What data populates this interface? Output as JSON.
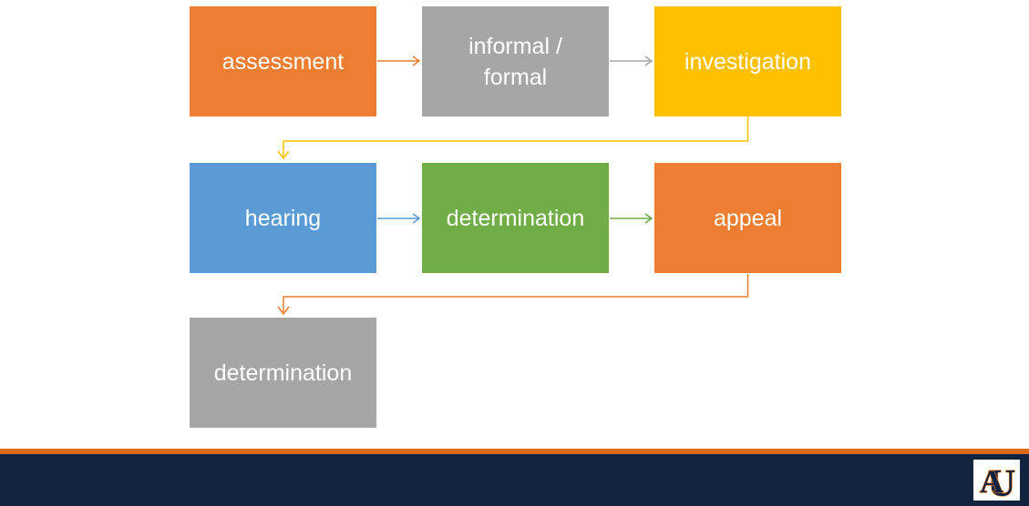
{
  "page": {
    "background_color": "#FFFFFF"
  },
  "diagram": {
    "text_color": "#FFFFFF",
    "nodes": [
      {
        "id": "assessment",
        "label": "assessment",
        "color": "#ED7D31"
      },
      {
        "id": "informal-formal",
        "label": "informal / formal",
        "color": "#A6A6A6"
      },
      {
        "id": "investigation",
        "label": "investigation",
        "color": "#FFC000"
      },
      {
        "id": "hearing",
        "label": "hearing",
        "color": "#5B9BD5"
      },
      {
        "id": "determination",
        "label": "determination",
        "color": "#70AD47"
      },
      {
        "id": "appeal",
        "label": "appeal",
        "color": "#ED7D31"
      },
      {
        "id": "final-determination",
        "label": "determination",
        "color": "#A6A6A6"
      }
    ],
    "connectors": [
      {
        "from": "assessment",
        "to": "informal-formal",
        "type": "straight",
        "color": "#ED7D31"
      },
      {
        "from": "informal-formal",
        "to": "investigation",
        "type": "straight",
        "color": "#A6A6A6"
      },
      {
        "from": "investigation",
        "to": "hearing",
        "type": "elbow",
        "color": "#FFC000"
      },
      {
        "from": "hearing",
        "to": "determination",
        "type": "straight",
        "color": "#5B9BD5"
      },
      {
        "from": "determination",
        "to": "appeal",
        "type": "straight",
        "color": "#70AD47"
      },
      {
        "from": "appeal",
        "to": "final-determination",
        "type": "elbow",
        "color": "#ED7D31"
      }
    ]
  },
  "footer": {
    "stripe_color": "#DD6B1E",
    "bar_color": "#13243F",
    "logo": {
      "letter_a": "A",
      "letter_u": "U",
      "background": "#FFFFFF",
      "navy": "#0C2340",
      "orange": "#E87722"
    }
  }
}
